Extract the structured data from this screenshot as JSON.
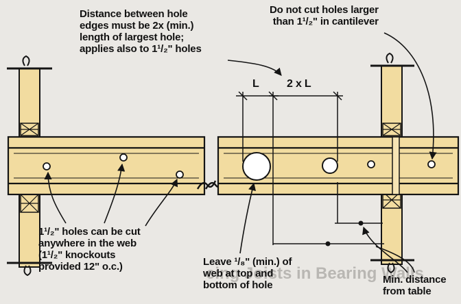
{
  "callouts": {
    "hole_spacing": [
      "Distance between hole",
      "edges must be 2x (min.)",
      "length of largest hole;",
      "applies also to 1¹/₂\" holes"
    ],
    "cantilever": [
      "Do not cut holes larger",
      "than 1¹/₂\" in cantilever"
    ],
    "knockouts": [
      "1¹/₂\" holes can be cut",
      "anywhere in the web",
      "(1¹/₂\" knockouts",
      "provided 12\" o.c.)"
    ],
    "web_margin": [
      "Leave ¹/₈\" (min.) of",
      "web at top and",
      "bottom of hole"
    ],
    "min_distance": [
      "Min. distance",
      "from table"
    ]
  },
  "dimensions": {
    "hole_length": "L",
    "hole_spacing": "2 x L"
  },
  "background_text": {
    "caption": "cing Joists in Bearing Walls"
  },
  "colors": {
    "joist_fill": "#f2dca0",
    "line": "#141414",
    "background": "#eae8e4"
  }
}
